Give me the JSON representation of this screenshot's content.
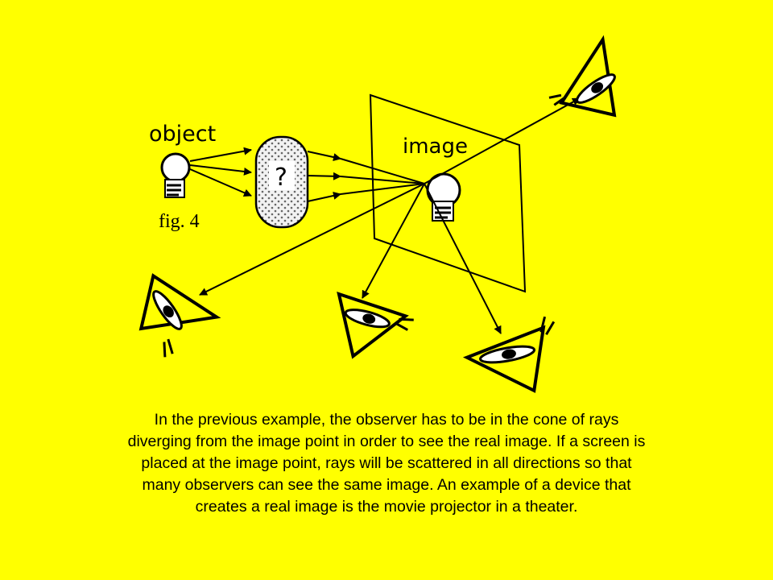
{
  "labels": {
    "object": "object",
    "image": "image",
    "figure": "fig. 4",
    "unknown_optic": "?"
  },
  "caption": {
    "lines": [
      "In the previous example, the observer has to be in the cone of rays",
      "diverging from the image point in order to see the real image.  If a screen is",
      "placed at the image point, rays will be scattered in all directions so that",
      "many observers can see the same image.  An example of a device that",
      "creates a real image is the movie projector in a theater."
    ]
  },
  "colors": {
    "background": "#ffff00",
    "ink": "#000000",
    "bulb_glass": "#ffffff",
    "lens_fill": "#f2f2f2"
  }
}
